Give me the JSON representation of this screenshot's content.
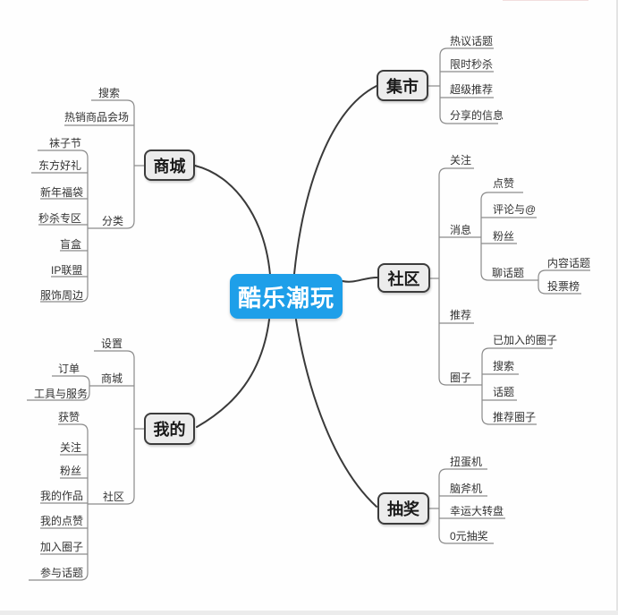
{
  "map": {
    "center": {
      "label": "酷乐潮玩"
    },
    "colors": {
      "center_fill": "#1e9fe9",
      "center_text": "#ffffff",
      "branch_fill": "#ececec",
      "branch_border": "#3c3c3c",
      "connector": "#3a3a3a",
      "wire": "#8a8a8a",
      "label_text": "#333333"
    },
    "branches": [
      {
        "label": "商城",
        "children": [
          {
            "label": "搜索"
          },
          {
            "label": "热销商品会场"
          },
          {
            "label": "分类",
            "children": [
              {
                "label": "袜子节"
              },
              {
                "label": "东方好礼"
              },
              {
                "label": "新年福袋"
              },
              {
                "label": "秒杀专区"
              },
              {
                "label": "盲盒"
              },
              {
                "label": "IP联盟"
              },
              {
                "label": "服饰周边"
              }
            ]
          }
        ]
      },
      {
        "label": "集市",
        "children": [
          {
            "label": "热议话题"
          },
          {
            "label": "限时秒杀"
          },
          {
            "label": "超级推荐"
          },
          {
            "label": "分享的信息"
          }
        ]
      },
      {
        "label": "社区",
        "children": [
          {
            "label": "关注"
          },
          {
            "label": "消息",
            "children": [
              {
                "label": "点赞"
              },
              {
                "label": "评论与@"
              },
              {
                "label": "粉丝"
              },
              {
                "label": "聊话题",
                "children": [
                  {
                    "label": "内容话题"
                  },
                  {
                    "label": "投票榜"
                  }
                ]
              }
            ]
          },
          {
            "label": "推荐"
          },
          {
            "label": "圈子",
            "children": [
              {
                "label": "已加入的圈子"
              },
              {
                "label": "搜索"
              },
              {
                "label": "话题"
              },
              {
                "label": "推荐圈子"
              }
            ]
          }
        ]
      },
      {
        "label": "抽奖",
        "children": [
          {
            "label": "扭蛋机"
          },
          {
            "label": "脑斧机"
          },
          {
            "label": "幸运大转盘"
          },
          {
            "label": "0元抽奖"
          }
        ]
      },
      {
        "label": "我的",
        "children": [
          {
            "label": "设置"
          },
          {
            "label": "商城",
            "children": [
              {
                "label": "订单"
              },
              {
                "label": "工具与服务"
              }
            ]
          },
          {
            "label": "社区",
            "children": [
              {
                "label": "获赞"
              },
              {
                "label": "关注"
              },
              {
                "label": "粉丝"
              },
              {
                "label": "我的作品"
              },
              {
                "label": "我的点赞"
              },
              {
                "label": "加入圈子"
              },
              {
                "label": "参与话题"
              }
            ]
          }
        ]
      }
    ]
  }
}
